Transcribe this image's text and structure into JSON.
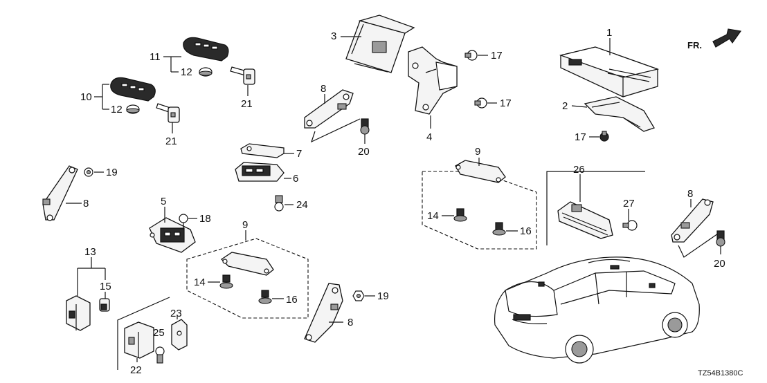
{
  "callouts": {
    "c1": "1",
    "c2": "2",
    "c3": "3",
    "c4": "4",
    "c5": "5",
    "c6": "6",
    "c7": "7",
    "c8a": "8",
    "c8b": "8",
    "c8c": "8",
    "c8d": "8",
    "c9a": "9",
    "c9b": "9",
    "c10": "10",
    "c11": "11",
    "c12a": "12",
    "c12b": "12",
    "c13": "13",
    "c14a": "14",
    "c14b": "14",
    "c15": "15",
    "c16a": "16",
    "c16b": "16",
    "c17a": "17",
    "c17b": "17",
    "c17c": "17",
    "c18": "18",
    "c19a": "19",
    "c19b": "19",
    "c20a": "20",
    "c20b": "20",
    "c21a": "21",
    "c21b": "21",
    "c22": "22",
    "c23": "23",
    "c24": "24",
    "c25": "25",
    "c26": "26",
    "c27": "27"
  },
  "front_marker": "FR.",
  "diagram_code": "TZ54B1380C"
}
